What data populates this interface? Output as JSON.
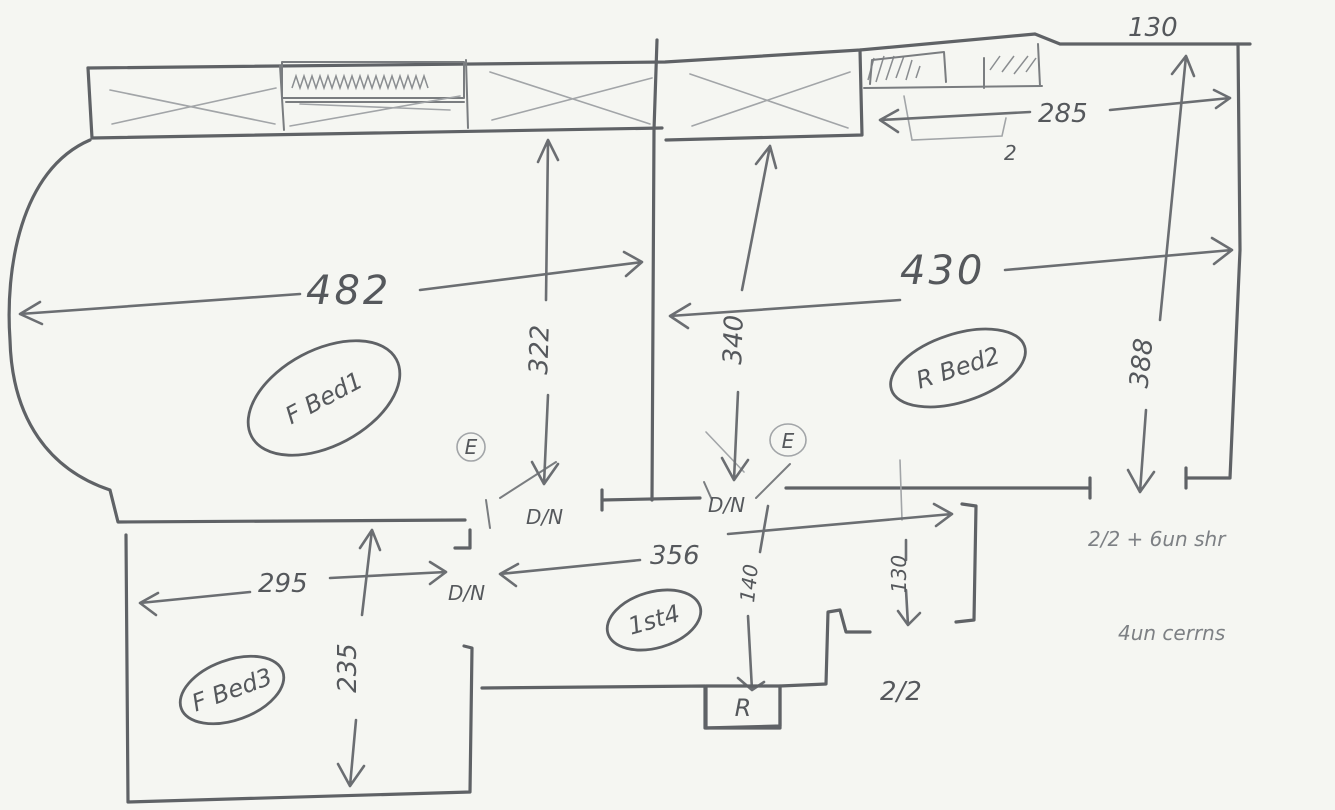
{
  "rooms": {
    "bed1": "F Bed1",
    "bed2": "R Bed2",
    "bed3": "F Bed3",
    "first": "1st4",
    "store": "R"
  },
  "dimensions": {
    "bed1_width": "482",
    "bed1_depth": "322",
    "bed2_width": "430",
    "bed2_depth": "388",
    "bed2_center": "340",
    "wardrobe": "285",
    "top": "130",
    "landing": "356",
    "bed3_width": "295",
    "bed3_depth": "235",
    "landing_depth": "140",
    "small": "130"
  },
  "doors": {
    "d1": "D/N",
    "d2": "D/N",
    "d3": "D/N"
  },
  "markers": {
    "m1": "E",
    "m2": "E",
    "flag": "2"
  },
  "notes": {
    "n1": "2/2 + 6un shr",
    "n2": "4un cerrns",
    "n3": "2/2"
  }
}
